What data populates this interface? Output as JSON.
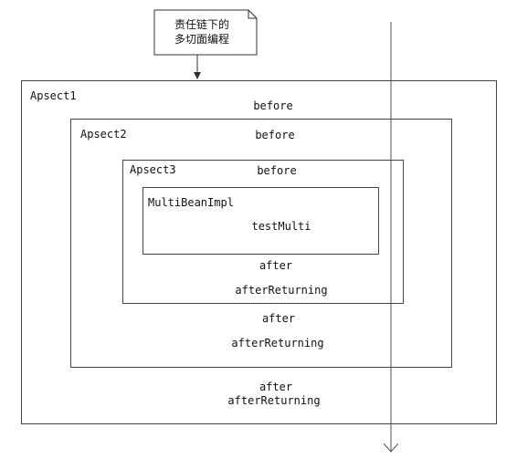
{
  "note": {
    "line1": "责任链下的",
    "line2": "多切面编程"
  },
  "aspects": [
    {
      "name": "Apsect1",
      "before": "before",
      "after": "after",
      "after_returning": "afterReturning"
    },
    {
      "name": "Apsect2",
      "before": "before",
      "after": "after",
      "after_returning": "afterReturning"
    },
    {
      "name": "Apsect3",
      "before": "before",
      "after": "after",
      "after_returning": "afterReturning"
    }
  ],
  "target": {
    "name": "MultiBeanImpl",
    "method": "testMulti"
  }
}
